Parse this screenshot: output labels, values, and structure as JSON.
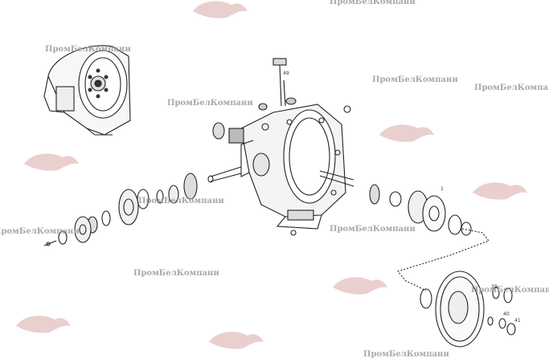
{
  "watermark": {
    "text": "ПромБелКомпани",
    "color": "#9a9a9a",
    "logo_color": "#d8a7a7",
    "logo_name": "stylized-animal-logo"
  },
  "callouts": {
    "top": "49",
    "right_upper": "1",
    "gasket_top": "39",
    "washer_a": "40",
    "washer_b": "41"
  },
  "drawing": {
    "line_color": "#222222"
  }
}
